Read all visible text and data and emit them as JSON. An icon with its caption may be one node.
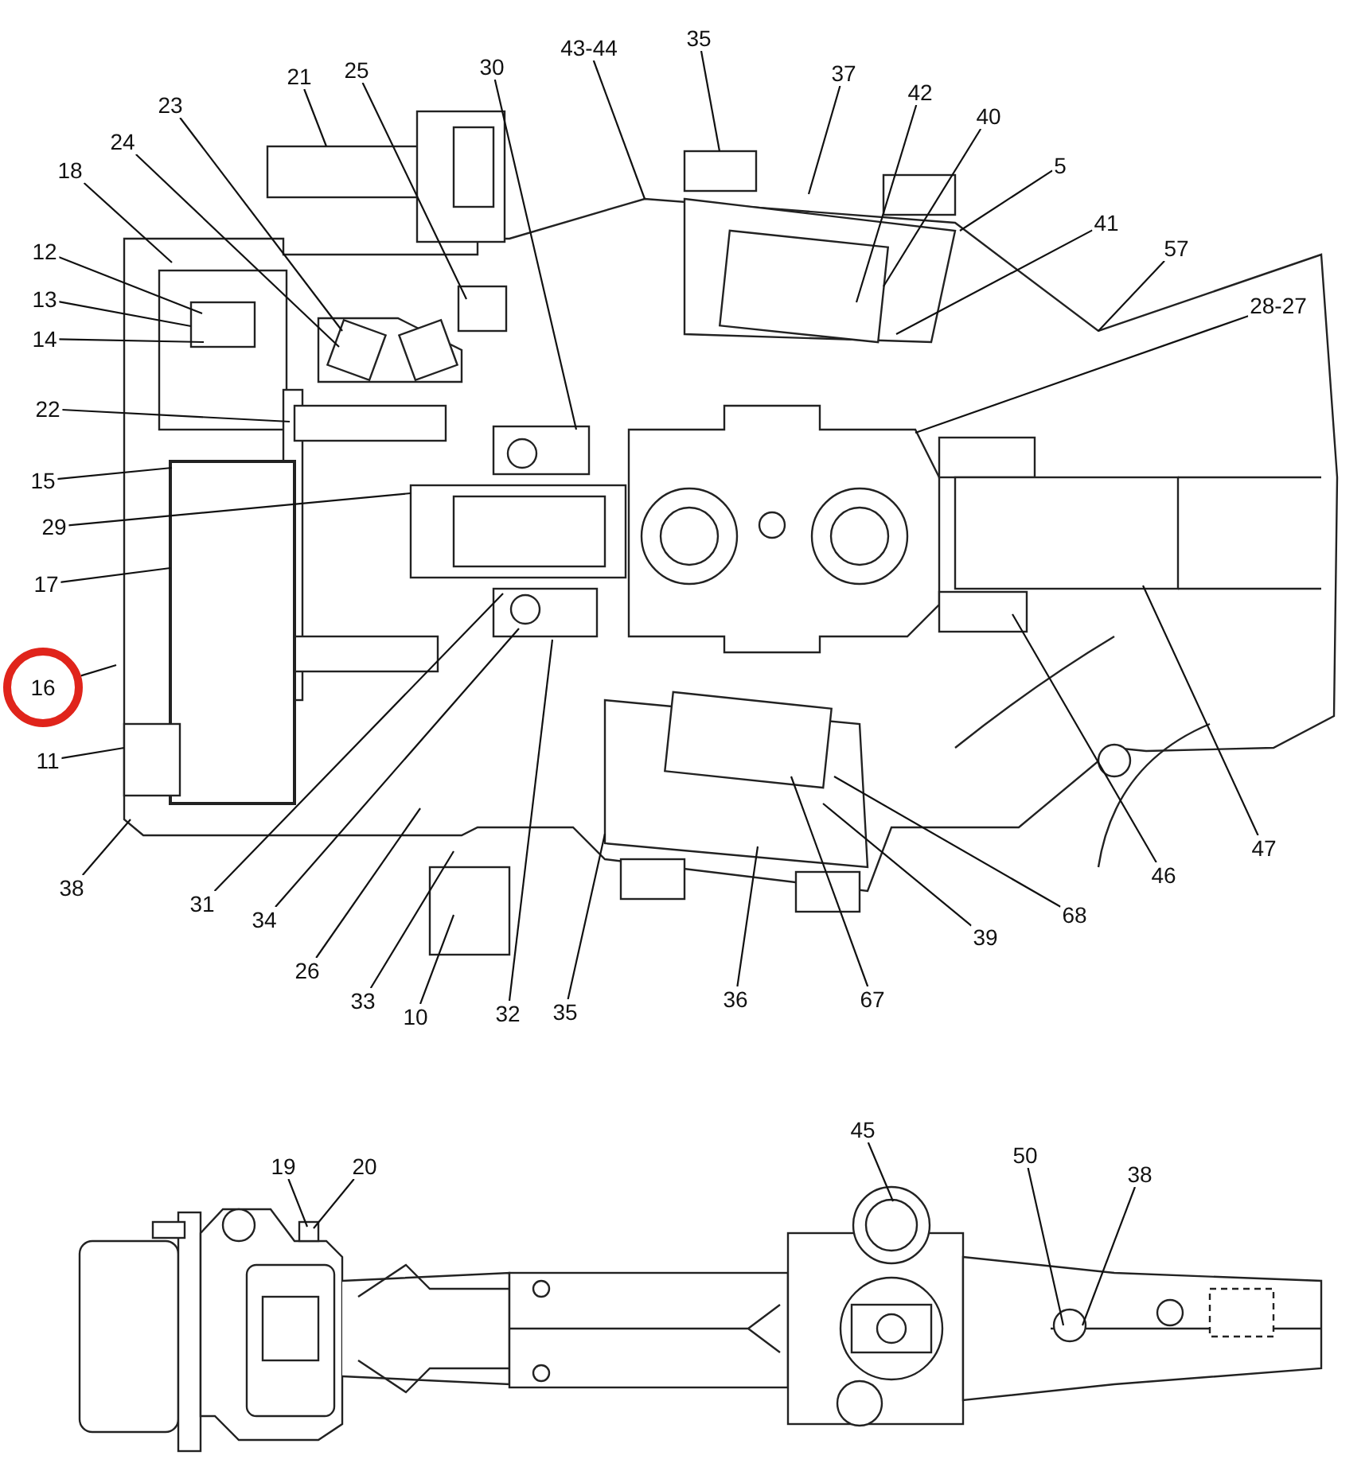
{
  "diagram": {
    "nodes": [
      {
        "text": [
          "21"
        ]
      },
      {
        "text": [
          "25"
        ]
      },
      {
        "text": [
          "30"
        ]
      },
      {
        "text": [
          "43-44"
        ]
      },
      {
        "text": [
          "35"
        ]
      },
      {
        "text": [
          "37"
        ]
      },
      {
        "text": [
          "42"
        ]
      },
      {
        "text": [
          "40"
        ]
      },
      {
        "text": [
          "5"
        ]
      },
      {
        "text": [
          "41"
        ]
      },
      {
        "text": [
          "57"
        ]
      },
      {
        "text": [
          "28-27"
        ]
      },
      {
        "text": [
          "23"
        ]
      },
      {
        "text": [
          "24"
        ]
      },
      {
        "text": [
          "18"
        ]
      },
      {
        "text": [
          "12"
        ]
      },
      {
        "text": [
          "13"
        ]
      },
      {
        "text": [
          "14"
        ]
      },
      {
        "text": [
          "22"
        ]
      },
      {
        "text": [
          "15"
        ]
      },
      {
        "text": [
          "29"
        ]
      },
      {
        "text": [
          "17"
        ]
      },
      {
        "text": [
          "16"
        ]
      },
      {
        "text": [
          "11"
        ]
      },
      {
        "text": [
          "38"
        ]
      },
      {
        "text": [
          "31"
        ]
      },
      {
        "text": [
          "34"
        ]
      },
      {
        "text": [
          "26"
        ]
      },
      {
        "text": [
          "33"
        ]
      },
      {
        "text": [
          "10"
        ]
      },
      {
        "text": [
          "32"
        ]
      },
      {
        "text": [
          "35"
        ]
      },
      {
        "text": [
          "36"
        ]
      },
      {
        "text": [
          "67"
        ]
      },
      {
        "text": [
          "39"
        ]
      },
      {
        "text": [
          "68"
        ]
      },
      {
        "text": [
          "46"
        ]
      },
      {
        "text": [
          "47"
        ]
      },
      {
        "text": [
          "19"
        ]
      },
      {
        "text": [
          "20"
        ]
      },
      {
        "text": [
          "45"
        ]
      },
      {
        "text": [
          "50"
        ]
      },
      {
        "text": [
          "38"
        ]
      }
    ],
    "edges": [
      {
        "from": 0,
        "to": null,
        "arrow": "none"
      },
      {
        "from": 1,
        "to": null,
        "arrow": "none"
      },
      {
        "from": 2,
        "to": null,
        "arrow": "none"
      },
      {
        "from": 3,
        "to": null,
        "arrow": "none"
      },
      {
        "from": 4,
        "to": null,
        "arrow": "none"
      },
      {
        "from": 5,
        "to": null,
        "arrow": "none"
      },
      {
        "from": 6,
        "to": null,
        "arrow": "none"
      },
      {
        "from": 7,
        "to": null,
        "arrow": "none"
      },
      {
        "from": 8,
        "to": null,
        "arrow": "none"
      },
      {
        "from": 9,
        "to": null,
        "arrow": "none"
      },
      {
        "from": 10,
        "to": null,
        "arrow": "none"
      },
      {
        "from": 11,
        "to": null,
        "arrow": "none"
      },
      {
        "from": 12,
        "to": null,
        "arrow": "none"
      },
      {
        "from": 13,
        "to": null,
        "arrow": "none"
      },
      {
        "from": 14,
        "to": null,
        "arrow": "none"
      },
      {
        "from": 15,
        "to": null,
        "arrow": "none"
      },
      {
        "from": 16,
        "to": null,
        "arrow": "none"
      },
      {
        "from": 17,
        "to": null,
        "arrow": "none"
      },
      {
        "from": 18,
        "to": null,
        "arrow": "none"
      },
      {
        "from": 19,
        "to": null,
        "arrow": "none"
      },
      {
        "from": 20,
        "to": null,
        "arrow": "none"
      },
      {
        "from": 21,
        "to": null,
        "arrow": "none"
      },
      {
        "from": 22,
        "to": null,
        "arrow": "none"
      },
      {
        "from": 23,
        "to": null,
        "arrow": "none"
      },
      {
        "from": 24,
        "to": null,
        "arrow": "none"
      },
      {
        "from": 25,
        "to": null,
        "arrow": "none"
      },
      {
        "from": 26,
        "to": null,
        "arrow": "none"
      },
      {
        "from": 27,
        "to": null,
        "arrow": "none"
      },
      {
        "from": 28,
        "to": null,
        "arrow": "none"
      },
      {
        "from": 29,
        "to": null,
        "arrow": "none"
      },
      {
        "from": 30,
        "to": null,
        "arrow": "none"
      },
      {
        "from": 31,
        "to": null,
        "arrow": "none"
      },
      {
        "from": 32,
        "to": null,
        "arrow": "none"
      },
      {
        "from": 33,
        "to": null,
        "arrow": "none"
      },
      {
        "from": 34,
        "to": null,
        "arrow": "none"
      },
      {
        "from": 35,
        "to": null,
        "arrow": "none"
      },
      {
        "from": 36,
        "to": null,
        "arrow": "none"
      },
      {
        "from": 37,
        "to": null,
        "arrow": "none"
      },
      {
        "from": 38,
        "to": null,
        "arrow": "none"
      },
      {
        "from": 39,
        "to": null,
        "arrow": "none"
      },
      {
        "from": 40,
        "to": null,
        "arrow": "none"
      },
      {
        "from": 41,
        "to": null,
        "arrow": "none"
      },
      {
        "from": 42,
        "to": null,
        "arrow": "none"
      }
    ]
  }
}
